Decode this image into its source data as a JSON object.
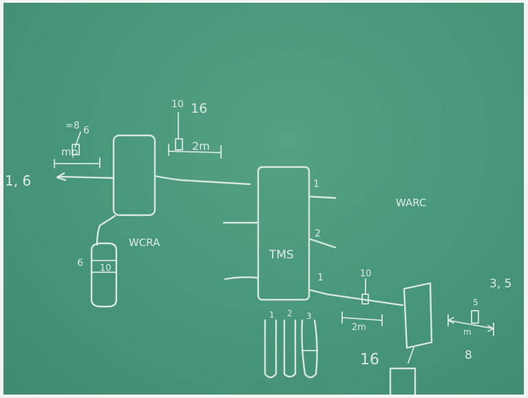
{
  "board": {
    "labels": {
      "left_edge": "1, 6",
      "mass_total_left": "=8",
      "mass_small_left": "6",
      "mass_tag_left": "mp",
      "top_num1": "10",
      "top_num2": "16",
      "span_top": "2m",
      "wcra": "WCRA",
      "tms": "TMS",
      "warc": "WARC",
      "port_1": "1",
      "port_2": "2",
      "port_out_1": "1",
      "storage_left_a": "6",
      "storage_left_b": "10",
      "mid_num": "10",
      "span_mid": "2m",
      "mid_bottom": "16",
      "right_tag": "3, 5",
      "right_small": "5",
      "right_span": "m",
      "right_bottom": "8",
      "tank_1": "1",
      "tank_2": "2",
      "tank_3": "3"
    }
  }
}
